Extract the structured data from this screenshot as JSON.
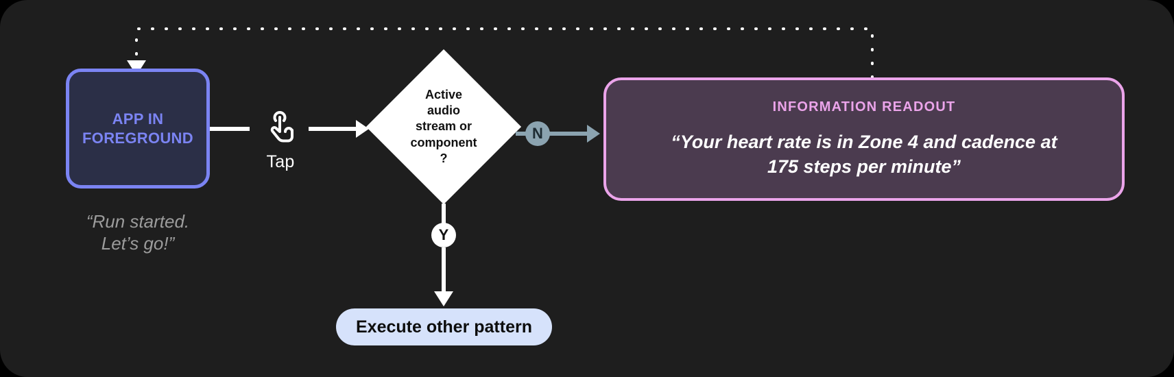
{
  "diagram": {
    "title": "Tap interaction flow with information readout",
    "background_color": "#1e1e1e",
    "nodes": {
      "app_node": {
        "label_line1": "APP IN",
        "label_line2": "FOREGROUND",
        "border_color": "#7b84f3",
        "fill_color": "#2b2f47",
        "text_color": "#7b84f3"
      },
      "app_caption": {
        "line1": "“Run started.",
        "line2": "Let’s go!”",
        "color": "#9c9c9c"
      },
      "tap": {
        "label": "Tap",
        "icon": "tap-gesture-icon",
        "color": "#ffffff"
      },
      "decision": {
        "line1": "Active",
        "line2": "audio",
        "line3": "stream or",
        "line4": "component",
        "line5": "?",
        "fill_color": "#ffffff",
        "text_color": "#111111"
      },
      "branch_no": {
        "label": "N",
        "badge_color": "#8ba3b0",
        "text_color": "#1d2b33"
      },
      "branch_yes": {
        "label": "Y",
        "badge_color": "#ffffff",
        "text_color": "#111111"
      },
      "readout": {
        "title": "INFORMATION READOUT",
        "body_line1": "“Your heart rate is in Zone 4 and cadence at",
        "body_line2": "175 steps per minute”",
        "border_color": "#eba4ea",
        "fill_color": "#4b3b4f",
        "title_color": "#eba4ea",
        "body_color": "#ffffff"
      },
      "execute_pattern": {
        "label": "Execute other pattern",
        "fill_color": "#d6e2fb",
        "text_color": "#0d0d0d"
      }
    },
    "edges": {
      "app_to_decision": {
        "style": "solid",
        "color": "#ffffff"
      },
      "decision_to_readout": {
        "style": "solid",
        "color": "#8ba3b0"
      },
      "decision_to_execute": {
        "style": "solid",
        "color": "#ffffff"
      },
      "readout_feedback_to_app": {
        "style": "dotted",
        "color": "#ffffff"
      }
    }
  }
}
